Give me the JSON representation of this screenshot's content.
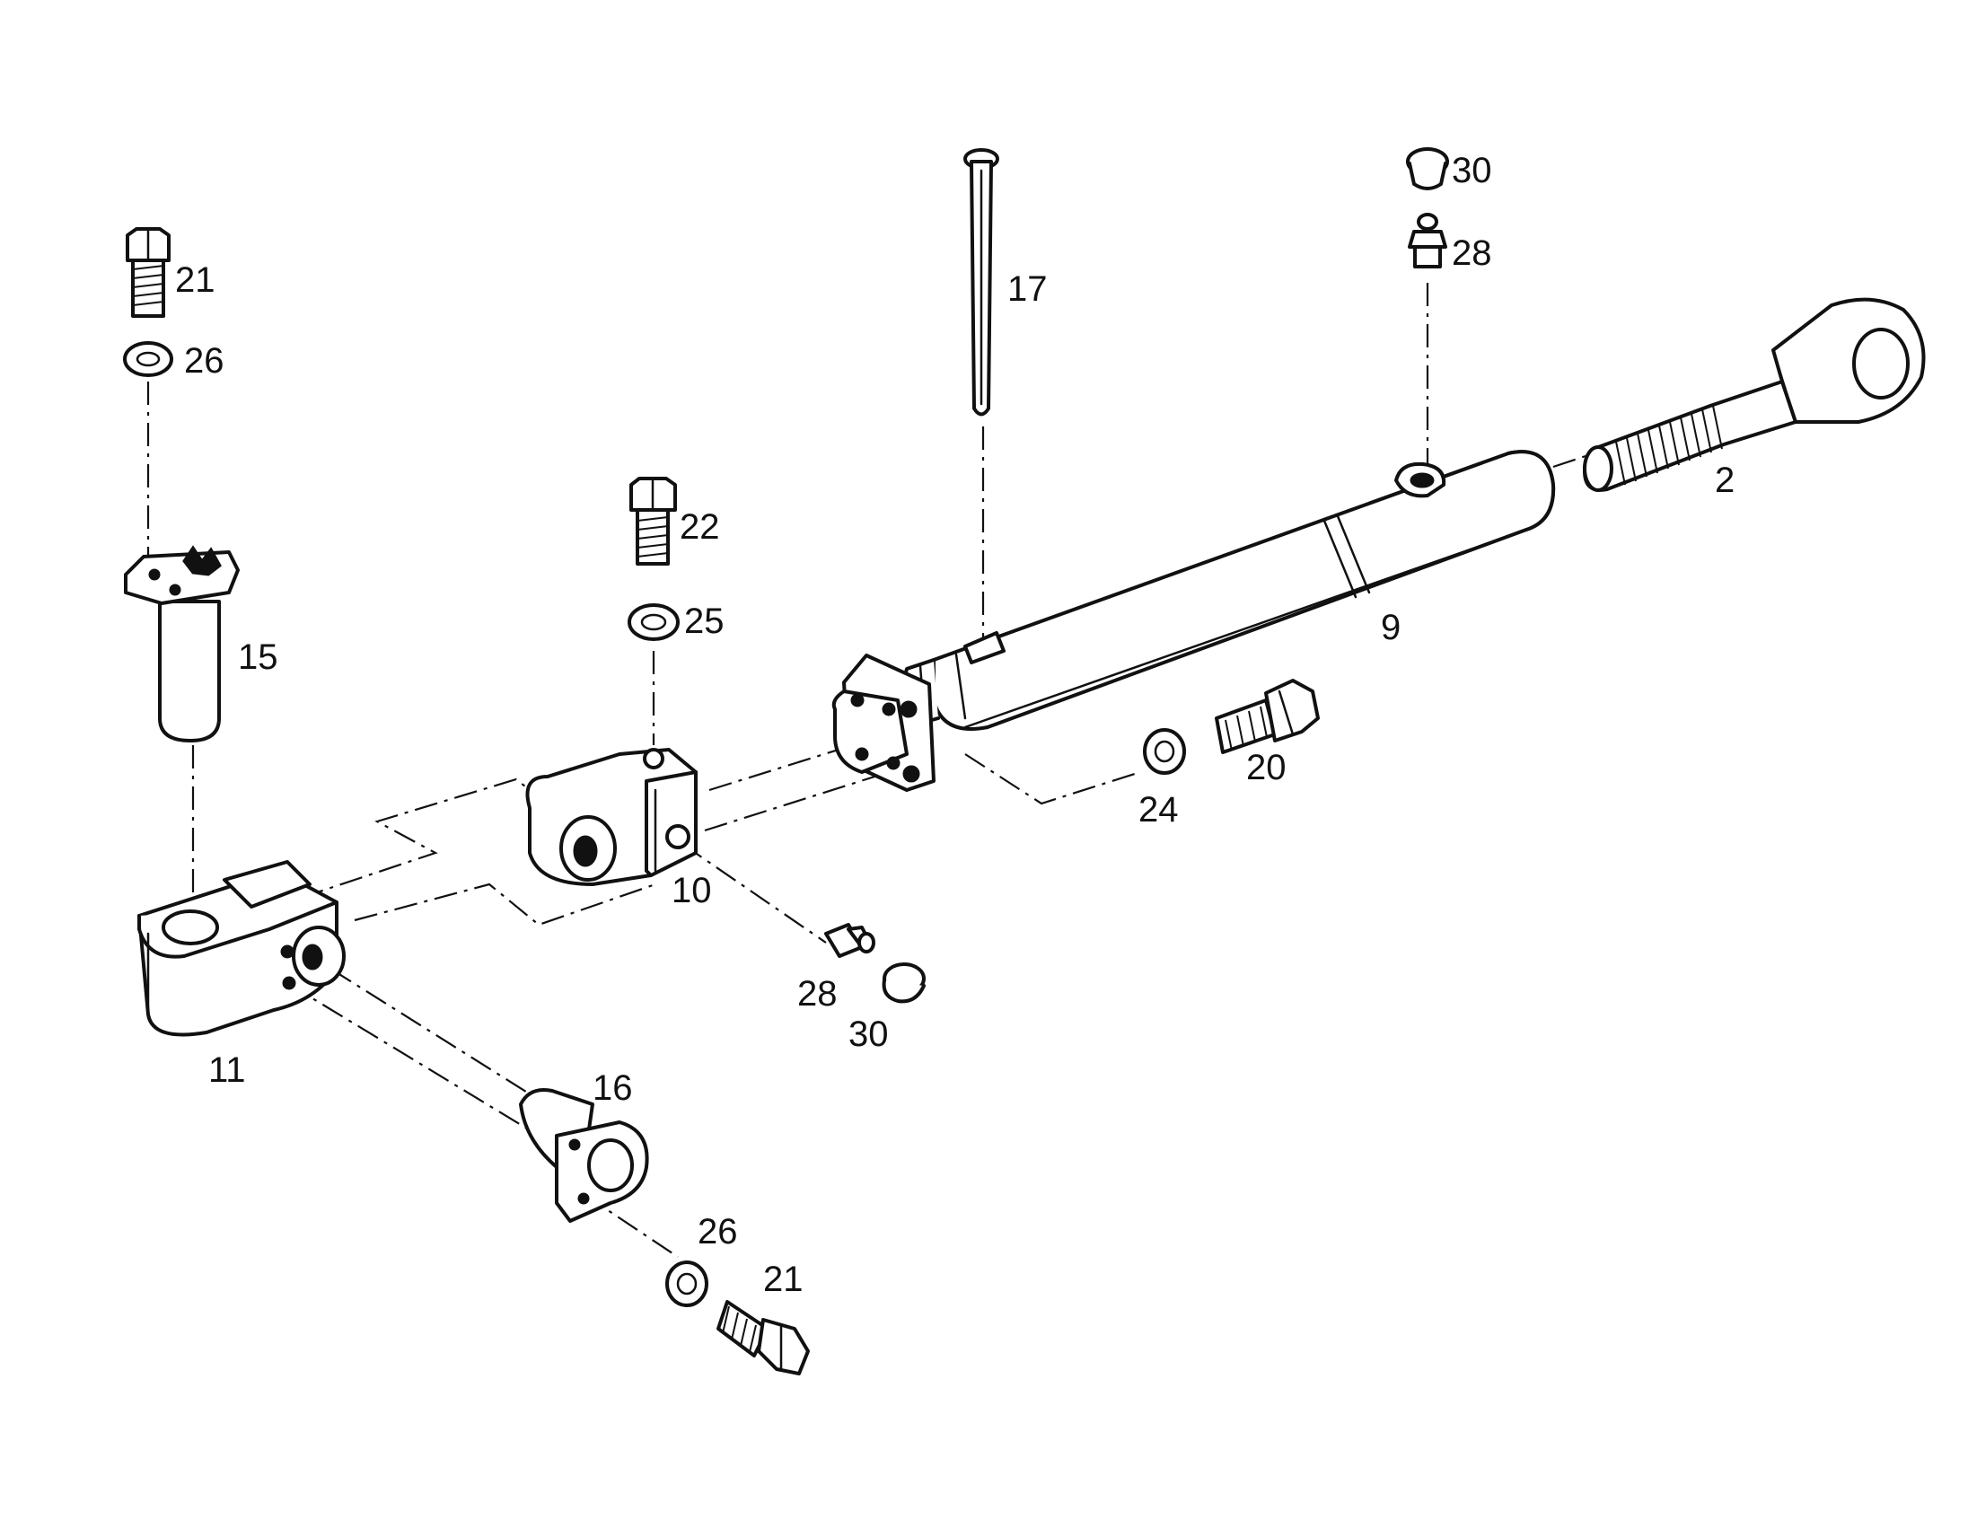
{
  "callouts": {
    "c2": "2",
    "c9": "9",
    "c10": "10",
    "c11": "11",
    "c15": "15",
    "c16": "16",
    "c17": "17",
    "c20": "20",
    "c21a": "21",
    "c21b": "21",
    "c22": "22",
    "c24": "24",
    "c25": "25",
    "c26a": "26",
    "c26b": "26",
    "c28a": "28",
    "c28b": "28",
    "c30a": "30",
    "c30b": "30"
  },
  "colors": {
    "ink": "#111111",
    "paper": "#ffffff"
  }
}
